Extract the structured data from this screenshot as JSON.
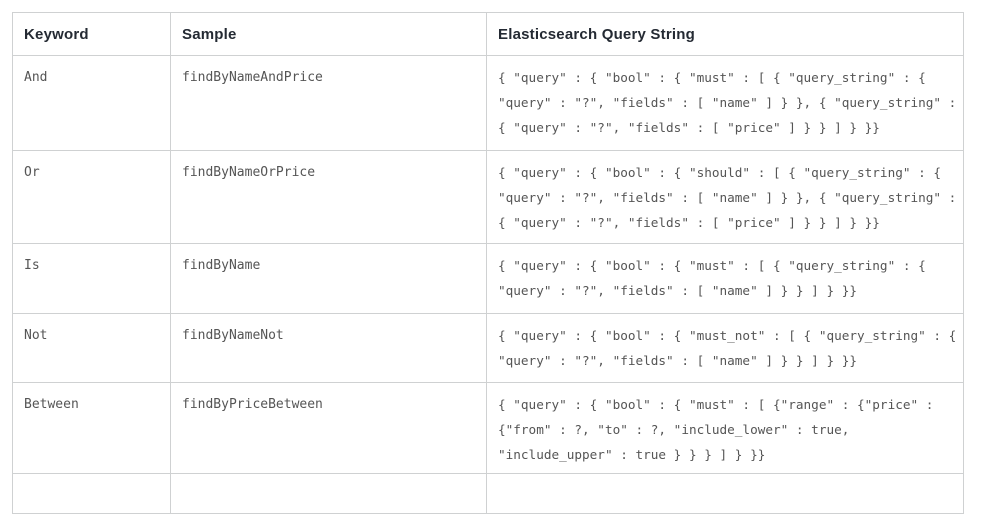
{
  "theme": {
    "border": "#cfd1d2",
    "header_text": "#242a33",
    "body_text": "#555555",
    "bg": "#ffffff"
  },
  "table": {
    "columns": [
      {
        "label": "Keyword"
      },
      {
        "label": "Sample"
      },
      {
        "label": "Elasticsearch Query String"
      }
    ],
    "rows": [
      {
        "keyword": "And",
        "sample": "findByNameAndPrice",
        "query_lines": [
          "{ \"query\" : { \"bool\" : { \"must\" : [ { \"query_string\" : {",
          "\"query\" : \"?\", \"fields\" : [ \"name\" ] } }, { \"query_string\" :",
          "{ \"query\" : \"?\", \"fields\" : [ \"price\" ] } } ] } }}"
        ]
      },
      {
        "keyword": "Or",
        "sample": "findByNameOrPrice",
        "query_lines": [
          "{ \"query\" : { \"bool\" : { \"should\" : [ { \"query_string\" : {",
          "\"query\" : \"?\", \"fields\" : [ \"name\" ] } }, { \"query_string\" :",
          "{ \"query\" : \"?\", \"fields\" : [ \"price\" ] } } ] } }}"
        ]
      },
      {
        "keyword": "Is",
        "sample": "findByName",
        "query_lines": [
          "{ \"query\" : { \"bool\" : { \"must\" : [ { \"query_string\" : {",
          "\"query\" : \"?\", \"fields\" : [ \"name\" ] } } ] } }}"
        ]
      },
      {
        "keyword": "Not",
        "sample": "findByNameNot",
        "query_lines": [
          "{ \"query\" : { \"bool\" : { \"must_not\" : [ { \"query_string\" : {",
          "\"query\" : \"?\", \"fields\" : [ \"name\" ] } } ] } }}"
        ]
      },
      {
        "keyword": "Between",
        "sample": "findByPriceBetween",
        "query_lines": [
          "{ \"query\" : { \"bool\" : { \"must\" : [ {\"range\" : {\"price\" :",
          "{\"from\" : ?, \"to\" : ?, \"include_lower\" : true,",
          "\"include_upper\" : true } } } ] } }}"
        ]
      }
    ]
  }
}
